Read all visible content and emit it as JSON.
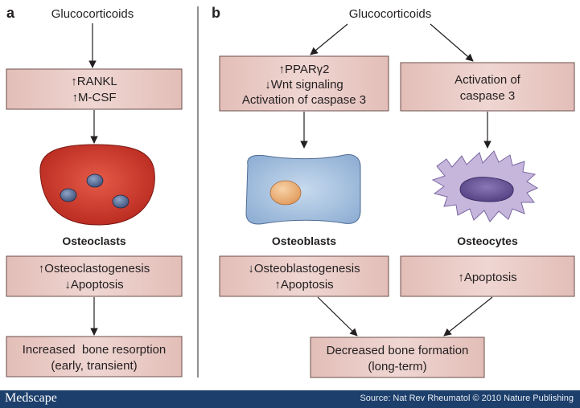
{
  "panel_a": {
    "letter": "a",
    "top_label": "Glucocorticoids",
    "box1": {
      "line1": "RANKL",
      "line2": "M-CSF"
    },
    "cell_label": "Osteoclasts",
    "box2": {
      "line1": "Osteoclastogenesis",
      "line2": "Apoptosis"
    },
    "box3": {
      "line1": "Increased  bone resorption",
      "line2": "(early, transient)"
    }
  },
  "panel_b": {
    "letter": "b",
    "top_label": "Glucocorticoids",
    "box_left": {
      "line1": "PPARγ2",
      "line2": "Wnt signaling",
      "line3": "Activation of caspase 3"
    },
    "box_right": {
      "line1": "Activation of",
      "line2": "caspase 3"
    },
    "osteoblast_label": "Osteoblasts",
    "osteocyte_label": "Osteocytes",
    "box_left2": {
      "line1": "Osteoblastogenesis",
      "line2": "Apoptosis"
    },
    "box_right2": {
      "line1": "Apoptosis"
    },
    "box_bottom": {
      "line1": "Decreased bone formation",
      "line2": "(long-term)"
    }
  },
  "glyphs": {
    "up": "↑",
    "down": "↓"
  },
  "colors": {
    "box_fill": "#e8c9c4",
    "osteoclast": "#c0392b",
    "osteoblast": "#a9c4e0",
    "osteocyte": "#c7b6dc",
    "footer": "#1d3f6b"
  },
  "footer": {
    "brand": "Medscape",
    "source": "Source: Nat Rev Rheumatol © 2010 Nature Publishing"
  }
}
